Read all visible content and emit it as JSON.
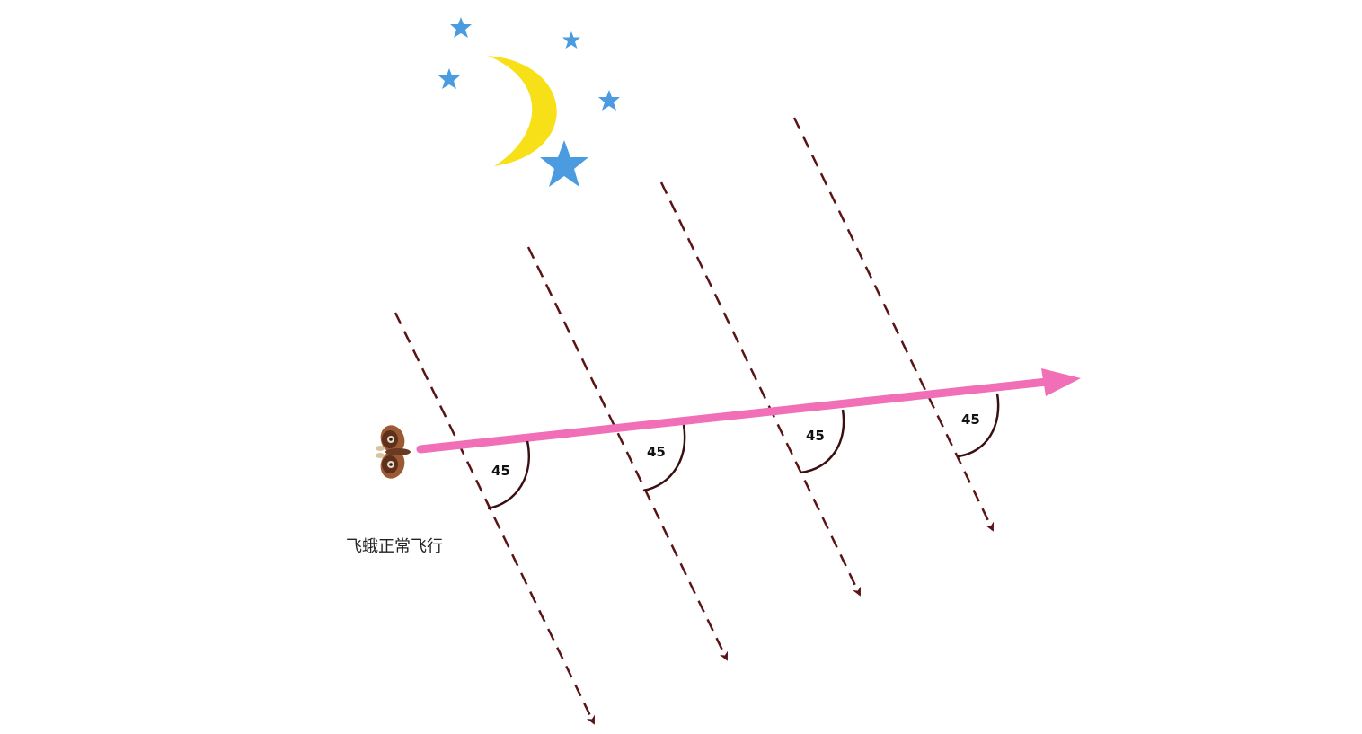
{
  "caption": "飞蛾正常飞行",
  "angles": [
    {
      "label": "45"
    },
    {
      "label": "45"
    },
    {
      "label": "45"
    },
    {
      "label": "45"
    }
  ],
  "colors": {
    "flight_path": "#f06fb7",
    "light_rays": "#5a1416",
    "moon": "#f7e018",
    "stars": "#4a9be0",
    "angle_arc": "#3a0f12",
    "moth_body": "#6b3a22",
    "moth_wing": "#9a5a34"
  },
  "icons": [
    "moon-icon",
    "star-icon",
    "moth-icon"
  ]
}
